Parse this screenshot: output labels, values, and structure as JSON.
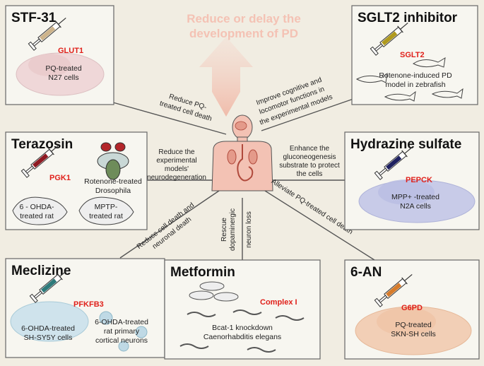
{
  "goal": {
    "line1": "Reduce or delay the",
    "line2": "development of PD"
  },
  "edges": {
    "stf31": [
      "Reduce PQ-",
      "treated cell death"
    ],
    "sglt2": [
      "Improve cognitive and",
      "locomotor functions in",
      "the experimental models"
    ],
    "terazosin": [
      "Reduce the",
      "experimental",
      "models'",
      "neurodegeneration"
    ],
    "hydrazine": [
      "Enhance the",
      "gluconeogenesis",
      "substrate to protect",
      "the cells"
    ],
    "meclizine": [
      "Reduce cell death and",
      "neuronal death"
    ],
    "metformin": [
      "Rescue",
      "dopaminergic",
      "neuron loss"
    ],
    "an6": [
      "Alleviate PQ-treated cell death"
    ]
  },
  "panels": {
    "stf31": {
      "title": "STF-31",
      "target": "GLUT1",
      "model": [
        "PQ-treated",
        "N27 cells"
      ]
    },
    "sglt2": {
      "title": "SGLT2 inhibitor",
      "target": "SGLT2",
      "model": [
        "Rotenone-induced PD",
        "model in zebrafish"
      ]
    },
    "terazosin": {
      "title": "Terazosin",
      "target": "PGK1",
      "fly_model": [
        "Rotenone-treated",
        "Drosophila"
      ],
      "rat_model_1": [
        "6 - OHDA-",
        "treated rat"
      ],
      "rat_model_2": [
        "MPTP-",
        "treated rat"
      ]
    },
    "hydrazine": {
      "title": "Hydrazine sulfate",
      "target": "PEPCK",
      "model": [
        "MPP+ -treated",
        "N2A cells"
      ]
    },
    "meclizine": {
      "title": "Meclizine",
      "target": "PFKFB3",
      "model_1": [
        "6-OHDA-treated",
        "SH-SY5Y cells"
      ],
      "model_2": [
        "6-OHDA-treated",
        "rat primary",
        "cortical neurons"
      ]
    },
    "metformin": {
      "title": "Metformin",
      "target": "Complex I",
      "model": [
        "Bcat-1 knockdown",
        "Caenorhabditis elegans"
      ]
    },
    "an6": {
      "title": "6-AN",
      "target": "G6PD",
      "model": [
        "PQ-treated",
        "SKN-SH cells"
      ]
    }
  },
  "colors": {
    "background": "#f1ede2",
    "target_text": "#e0201a",
    "goal_arrow": "#f0b6a4"
  }
}
